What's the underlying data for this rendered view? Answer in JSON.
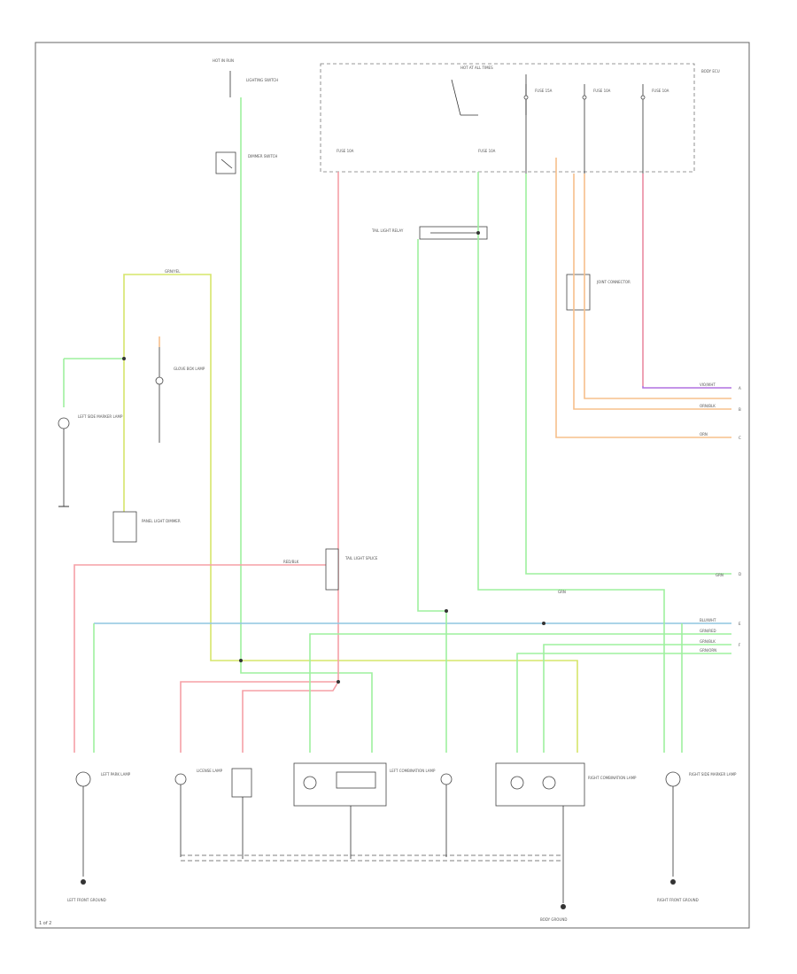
{
  "page": {
    "number": "1 of 2"
  },
  "colors": {
    "light_green": "#9ef09e",
    "yellow_green": "#d6e56a",
    "pink": "#f5a0a6",
    "light_blue": "#8fc6e0",
    "orange": "#f7c08c",
    "violet": "#b070e0",
    "frame": "#666666"
  },
  "fuse_box": {
    "title": "HOT AT ALL TIMES"
  },
  "labels": {
    "top_switch": "HOT IN RUN",
    "combination_switch": "LIGHTING SWITCH",
    "dimmer": "DIMMER SWITCH",
    "fuse_a": "FUSE 15A",
    "fuse_b": "FUSE 10A",
    "fuse_c": "FUSE 10A",
    "fuse_d": "FUSE 10A",
    "fuse_e": "FUSE 10A",
    "relay": "TAIL LIGHT RELAY",
    "ecu": "BODY ECU",
    "rear_lamp": "LICENSE LAMP",
    "joint_connector": "JOINT CONNECTOR",
    "left_side_marker": "LEFT SIDE MARKER LAMP",
    "left_park": "LEFT PARK LAMP",
    "glove_box": "GLOVE BOX LAMP",
    "left_combination": "LEFT COMBINATION LAMP",
    "right_combination": "RIGHT COMBINATION LAMP",
    "right_side_marker": "RIGHT SIDE MARKER LAMP",
    "ground_left": "LEFT FRONT GROUND",
    "ground_center": "BODY GROUND",
    "ground_right": "RIGHT FRONT GROUND",
    "tail_relay_splice": "TAIL LIGHT SPLICE",
    "panel_dimmer": "PANEL LIGHT DIMMER"
  },
  "wire_codes": {
    "w1": "GRN/YEL",
    "w2": "GRN",
    "w3": "RED/BLK",
    "w4": "GRN",
    "w5": "BLU/WHT",
    "w6": "GRN/RED",
    "w7": "GRN/BLK",
    "w8": "GRN/ORN",
    "w9": "VIO/WHT",
    "w10": "ORN/BLK",
    "w11": "ORN"
  },
  "connectors": [
    "A",
    "B",
    "C",
    "D",
    "E",
    "F"
  ]
}
